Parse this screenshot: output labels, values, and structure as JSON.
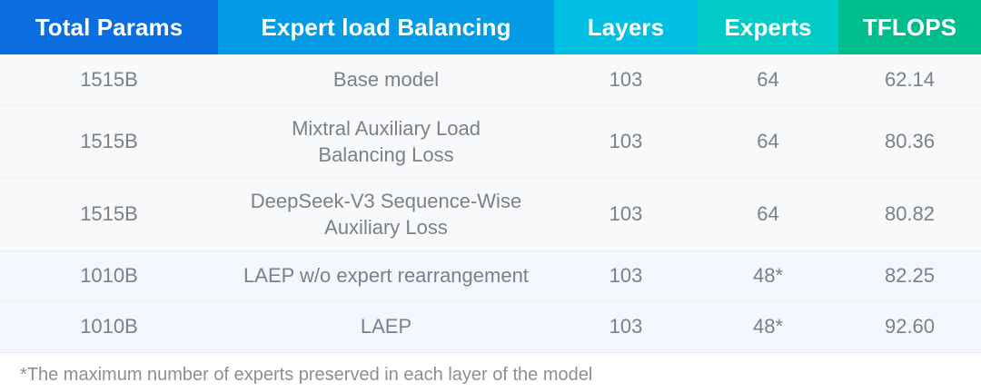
{
  "table": {
    "columns": [
      {
        "key": "total_params",
        "label": "Total Params",
        "color": "#0a6ee0"
      },
      {
        "key": "expert_load",
        "label": "Expert load Balancing",
        "color": "#039be5"
      },
      {
        "key": "layers",
        "label": "Layers",
        "color": "#01c0e4"
      },
      {
        "key": "experts",
        "label": "Experts",
        "color": "#00cbc4"
      },
      {
        "key": "tflops",
        "label": "TFLOPS",
        "color": "#00bd8e"
      }
    ],
    "rows": [
      {
        "total_params": "1515B",
        "expert_load": "Base model",
        "layers": "103",
        "experts": "64",
        "tflops": "62.14"
      },
      {
        "total_params": "1515B",
        "expert_load": "Mixtral Auxiliary Load\nBalancing Loss",
        "layers": "103",
        "experts": "64",
        "tflops": "80.36"
      },
      {
        "total_params": "1515B",
        "expert_load": "DeepSeek-V3 Sequence-Wise\nAuxiliary Loss",
        "layers": "103",
        "experts": "64",
        "tflops": "80.82"
      },
      {
        "total_params": "1010B",
        "expert_load": "LAEP w/o expert rearrangement",
        "layers": "103",
        "experts": "48*",
        "tflops": "82.25"
      },
      {
        "total_params": "1010B",
        "expert_load": "LAEP",
        "layers": "103",
        "experts": "48*",
        "tflops": "92.60"
      }
    ]
  },
  "footnote": {
    "text": "*The maximum number of experts preserved in each layer of the model"
  }
}
